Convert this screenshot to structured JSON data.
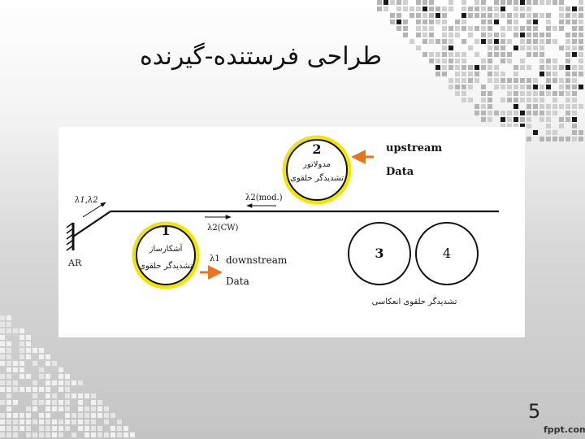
{
  "slide": {
    "title": "طراحی فرستنده-گیرنده",
    "page_number": "5",
    "brand": "fppt.com"
  },
  "diagram": {
    "ring1": {
      "number": "1",
      "line1": "آشکارساز",
      "line2": "تشدیدگر حلقوی"
    },
    "ring2": {
      "number": "2",
      "line1": "مدولاتور",
      "line2": "تشدیدگر حلقوی"
    },
    "ring3": {
      "number": "3"
    },
    "ring4": {
      "number": "4"
    },
    "reflective_label": "تشدیدگر حلقوی انعکاسی",
    "upstream_line1": "upstream",
    "upstream_line2": "Data",
    "downstream_line1": "downstream",
    "downstream_line2": "Data",
    "lambda_mod": "λ2(mod.)",
    "lambda_cw": "λ2(CW)",
    "lambda1": "λ1",
    "lambda_pair": "λ1,λ2",
    "ar_label": "AR",
    "colors": {
      "ring_highlight": "#f2e600",
      "arrow": "#e8741c"
    }
  }
}
